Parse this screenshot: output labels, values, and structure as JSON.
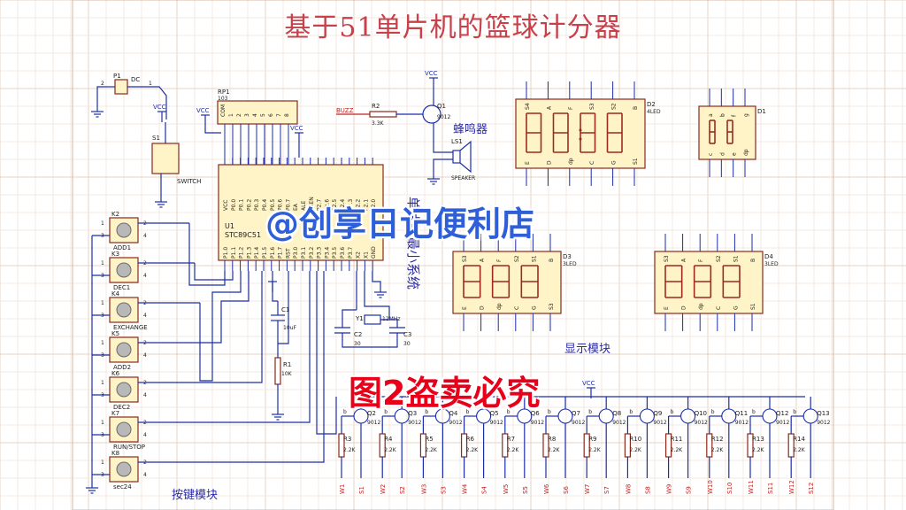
{
  "title": "基于51单片机的篮球计分器",
  "watermark_top": "@创享日记便利店",
  "watermark_bottom": "图2盗卖必究",
  "section_labels": {
    "buttons": "按键模块",
    "display": "显示模块",
    "buzzer": "蜂鸣器",
    "mcu_min": "单片机最小系统"
  },
  "components": {
    "p1": "P1",
    "dc": "DC",
    "vcc": "VCC",
    "switch": "SWITCH",
    "s1": "S1",
    "rp1": "RP1",
    "rp1_val": "103",
    "u1": "U1",
    "u1_type": "STC89C51",
    "buzz": "BUZZ",
    "r2": "R2",
    "r2_val": "3.3K",
    "q1": "Q1",
    "q1_type": "9012",
    "ls1": "LS1",
    "speaker": "SPEAKER",
    "c1": "C1",
    "c1_val": "10uF",
    "r1": "R1",
    "r1_val": "10K",
    "y1": "Y1",
    "y1_val": "12MHz",
    "c2": "C2",
    "c2_val": "30",
    "c3": "C3",
    "c3_val": "30",
    "d1": "D1",
    "d2": "D2",
    "d2_type": "4LED",
    "d3": "D3",
    "d3_type": "3LED",
    "d4": "D4",
    "d4_type": "3LED",
    "k_labels": [
      "K2",
      "K3",
      "K4",
      "K5",
      "K6",
      "K7",
      "K8"
    ],
    "button_names": [
      "ADD1",
      "DEC1",
      "EXCHANGE",
      "ADD2",
      "DEC2",
      "RUN/STOP",
      "sec24"
    ],
    "q_labels": [
      "Q2",
      "Q3",
      "Q4",
      "Q5",
      "Q6",
      "Q7",
      "Q8",
      "Q9",
      "Q10",
      "Q11",
      "Q12",
      "Q13"
    ],
    "r_labels": [
      "R3",
      "R4",
      "R5",
      "R6",
      "R7",
      "R8",
      "R9",
      "R10",
      "R11",
      "R12",
      "R13",
      "R14"
    ],
    "r_val": "2.2K",
    "bottom_nets": [
      "W1",
      "S1",
      "W2",
      "S2",
      "W3",
      "S3",
      "W4",
      "S4",
      "W5",
      "S5",
      "W6",
      "S6",
      "W7",
      "S7",
      "W8",
      "S8",
      "W9",
      "S9",
      "W10",
      "S10",
      "W11",
      "S11",
      "W12",
      "S12"
    ]
  }
}
